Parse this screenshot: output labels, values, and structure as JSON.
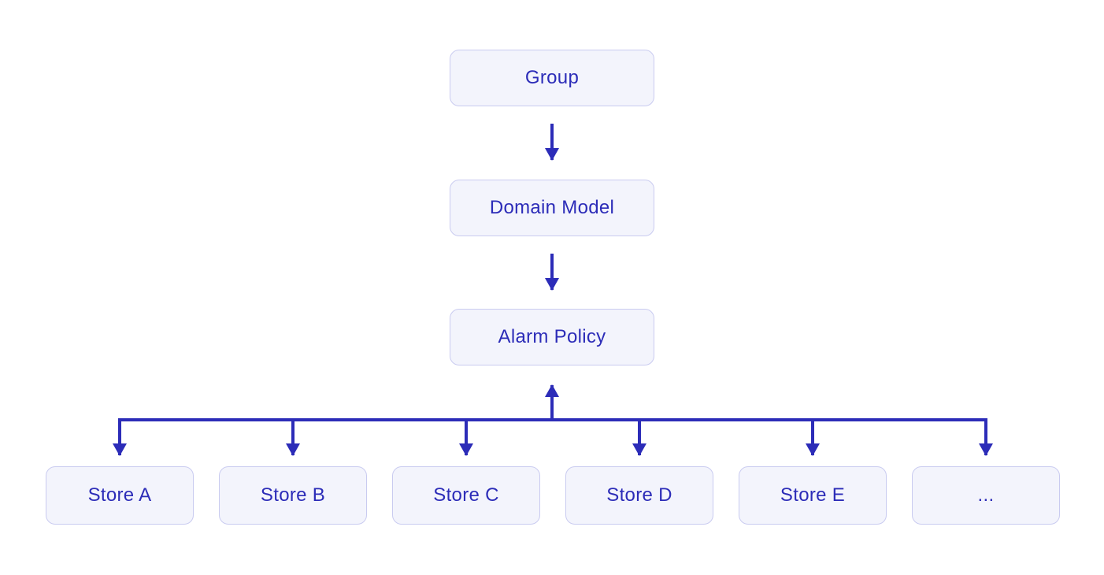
{
  "diagram": {
    "nodes": {
      "group": {
        "label": "Group"
      },
      "domain_model": {
        "label": "Domain Model"
      },
      "alarm_policy": {
        "label": "Alarm Policy"
      }
    },
    "stores": [
      {
        "label": "Store A"
      },
      {
        "label": "Store B"
      },
      {
        "label": "Store C"
      },
      {
        "label": "Store D"
      },
      {
        "label": "Store E"
      },
      {
        "label": "..."
      }
    ],
    "edges": [
      {
        "from": "Group",
        "to": "Domain Model",
        "direction": "down"
      },
      {
        "from": "Domain Model",
        "to": "Alarm Policy",
        "direction": "down"
      },
      {
        "from": "store-trunk",
        "to": "Alarm Policy",
        "direction": "up"
      },
      {
        "from": "store-trunk",
        "to": "Store A",
        "direction": "down"
      },
      {
        "from": "store-trunk",
        "to": "Store B",
        "direction": "down"
      },
      {
        "from": "store-trunk",
        "to": "Store C",
        "direction": "down"
      },
      {
        "from": "store-trunk",
        "to": "Store D",
        "direction": "down"
      },
      {
        "from": "store-trunk",
        "to": "Store E",
        "direction": "down"
      },
      {
        "from": "store-trunk",
        "to": "...",
        "direction": "down"
      }
    ],
    "colors": {
      "accent": "#2c2cb8",
      "node_fill": "#f3f4fc",
      "node_border": "#c9cbf0",
      "background": "#ffffff"
    }
  }
}
